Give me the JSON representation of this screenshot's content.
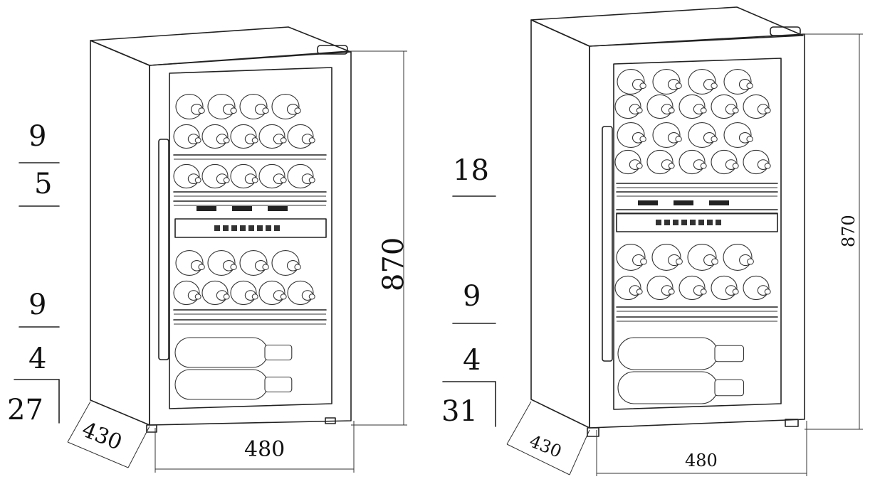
{
  "left_unit": {
    "upper_zone_capacity": {
      "top": "9",
      "bottom": "5"
    },
    "lower_zone_capacity": {
      "top": "9",
      "bottom": "4"
    },
    "total_capacity": "27",
    "dimensions": {
      "height": "870",
      "width": "480",
      "depth": "430"
    }
  },
  "right_unit": {
    "upper_zone_capacity": {
      "top": "18"
    },
    "lower_zone_capacity": {
      "top": "9",
      "bottom": "4"
    },
    "total_capacity": "31",
    "dimensions": {
      "height": "870",
      "width": "480",
      "depth": "430"
    }
  },
  "colors": {
    "line": "#222222",
    "background": "#ffffff"
  }
}
